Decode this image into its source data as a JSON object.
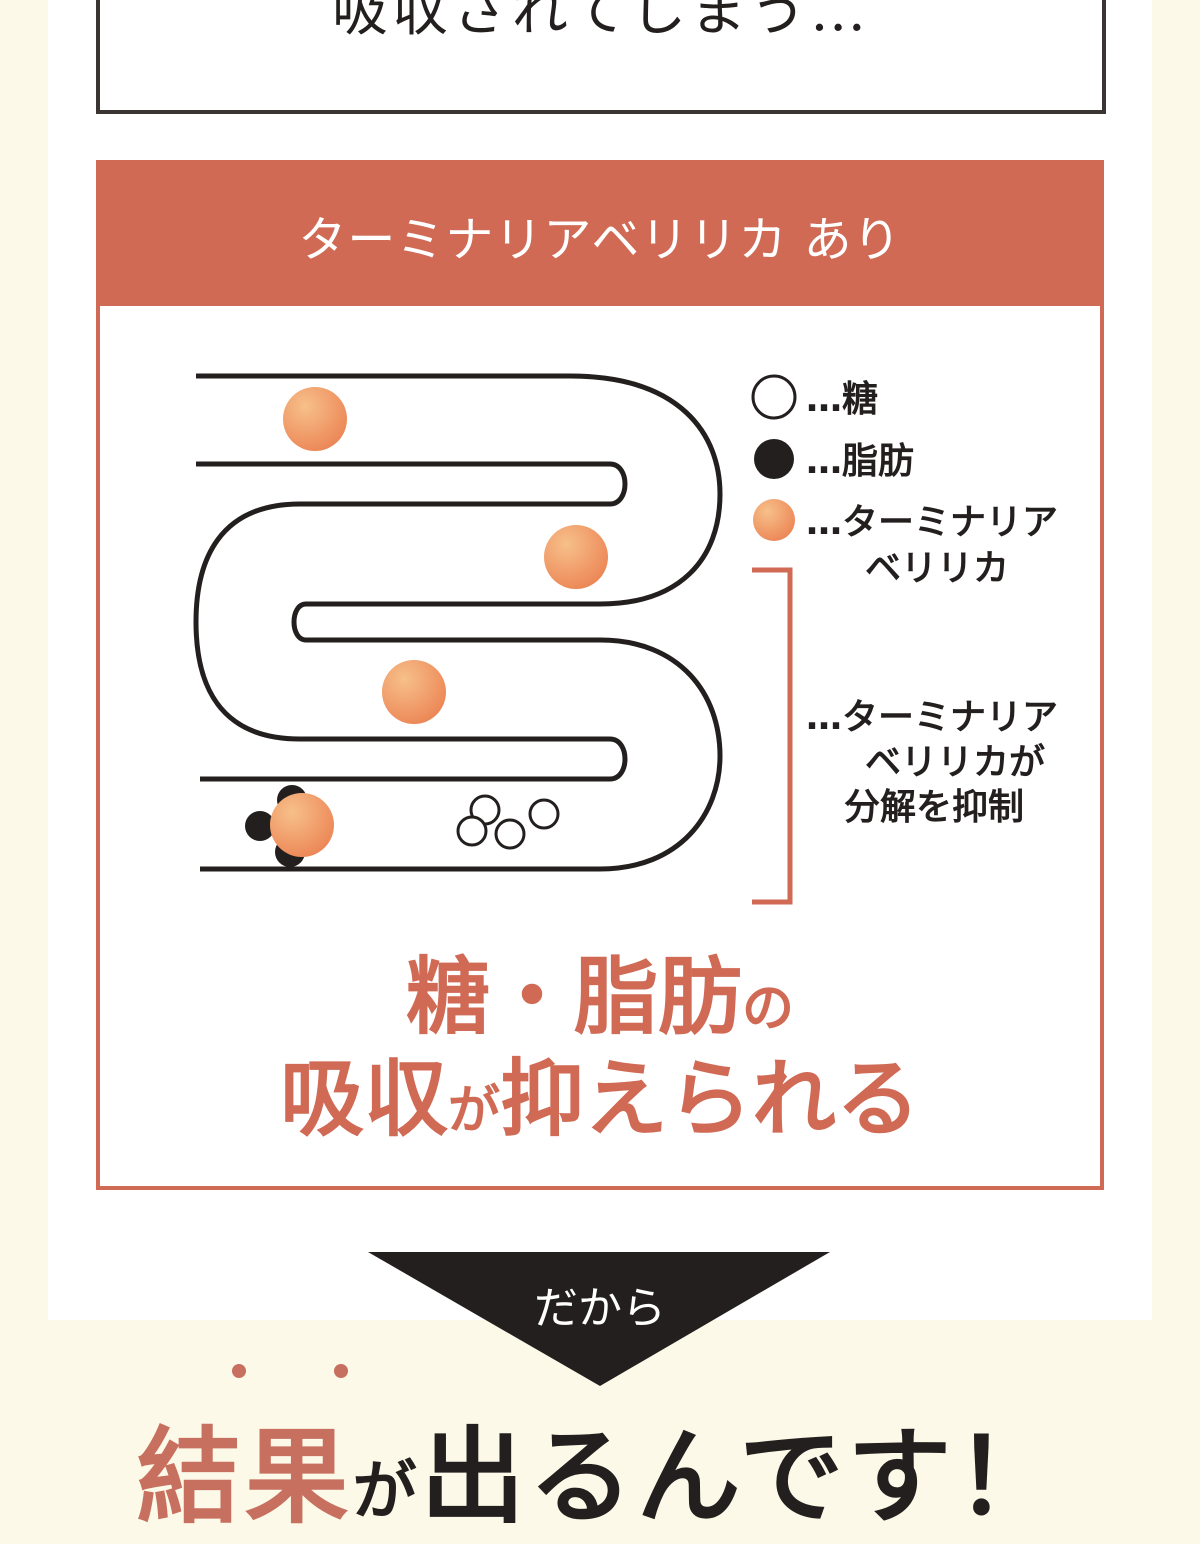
{
  "top_box": {
    "text": "吸収されてしまう…"
  },
  "card": {
    "header": "ターミナリアベリリカ あり",
    "legend": {
      "sugar": "…糖",
      "fat": "…脂肪",
      "terminalia_line1": "…ターミナリア",
      "terminalia_line2": "ベリリカ"
    },
    "bracket_note": {
      "line1": "…ターミナリア",
      "line2": "ベリリカが",
      "line3": "分解を抑制"
    },
    "headline": {
      "line1_main": "糖・脂肪",
      "line1_small": "の",
      "line2_a": "吸収",
      "line2_small": "が",
      "line2_b": "抑えられる"
    }
  },
  "arrow": {
    "label": "だから"
  },
  "result": {
    "accent": "結果",
    "small": "が",
    "rest": "出るんです！"
  },
  "colors": {
    "accent": "#d06a55",
    "dark": "#231f1e",
    "ball_light": "#f5b27a",
    "ball_dark": "#ec8a5a",
    "background": "#fcf9e8"
  }
}
